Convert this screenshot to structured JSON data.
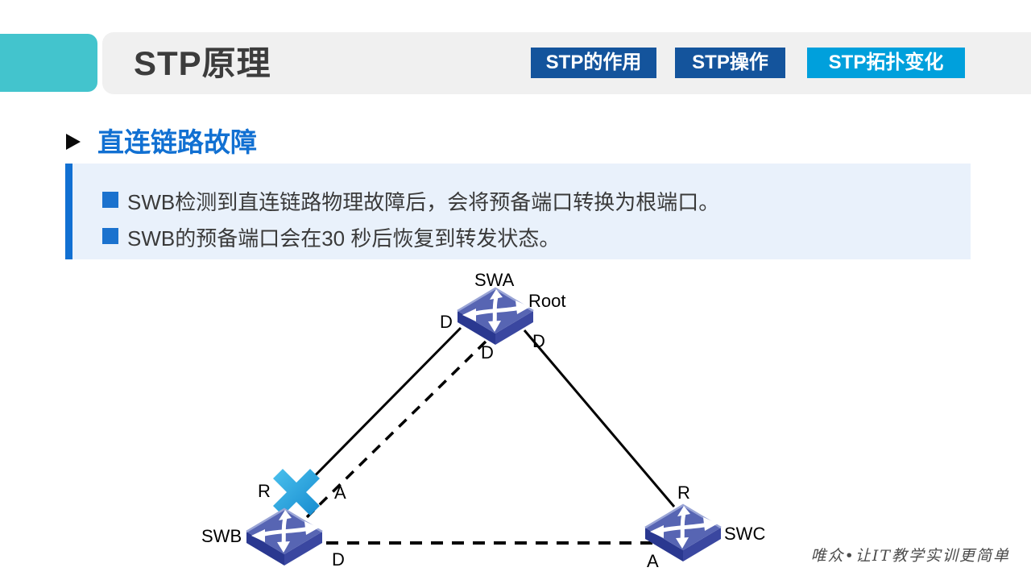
{
  "header": {
    "title": "STP原理",
    "nav": [
      {
        "label": "STP的作用"
      },
      {
        "label": "STP操作"
      },
      {
        "label": "STP拓扑变化"
      }
    ]
  },
  "section": {
    "heading": "直连链路故障",
    "bullets": [
      "SWB检测到直连链路物理故障后，会将预备端口转换为根端口。",
      "SWB的预备端口会在30 秒后恢复到转发状态。"
    ]
  },
  "diagram": {
    "nodes": {
      "swa": "SWA",
      "swb": "SWB",
      "swc": "SWC"
    },
    "root_tag": "Root",
    "ports": {
      "swa_left": "D",
      "swa_bottom": "D",
      "swa_right": "D",
      "swb_root": "R",
      "swb_alternate": "A",
      "swb_designated": "D",
      "swc_root": "R",
      "swc_alternate": "A"
    }
  },
  "colors": {
    "accent_teal": "#43C4CD",
    "navy_button": "#14549C",
    "cyan_button": "#00A0DC",
    "heading_blue": "#1170D2",
    "panel_bg": "#E9F1FB",
    "failure_x": "#2AA6E1",
    "switch_top": "#5765B3",
    "switch_side": "#2A3890"
  },
  "footer": {
    "watermark": "唯众•让IT教学实训更简单"
  }
}
